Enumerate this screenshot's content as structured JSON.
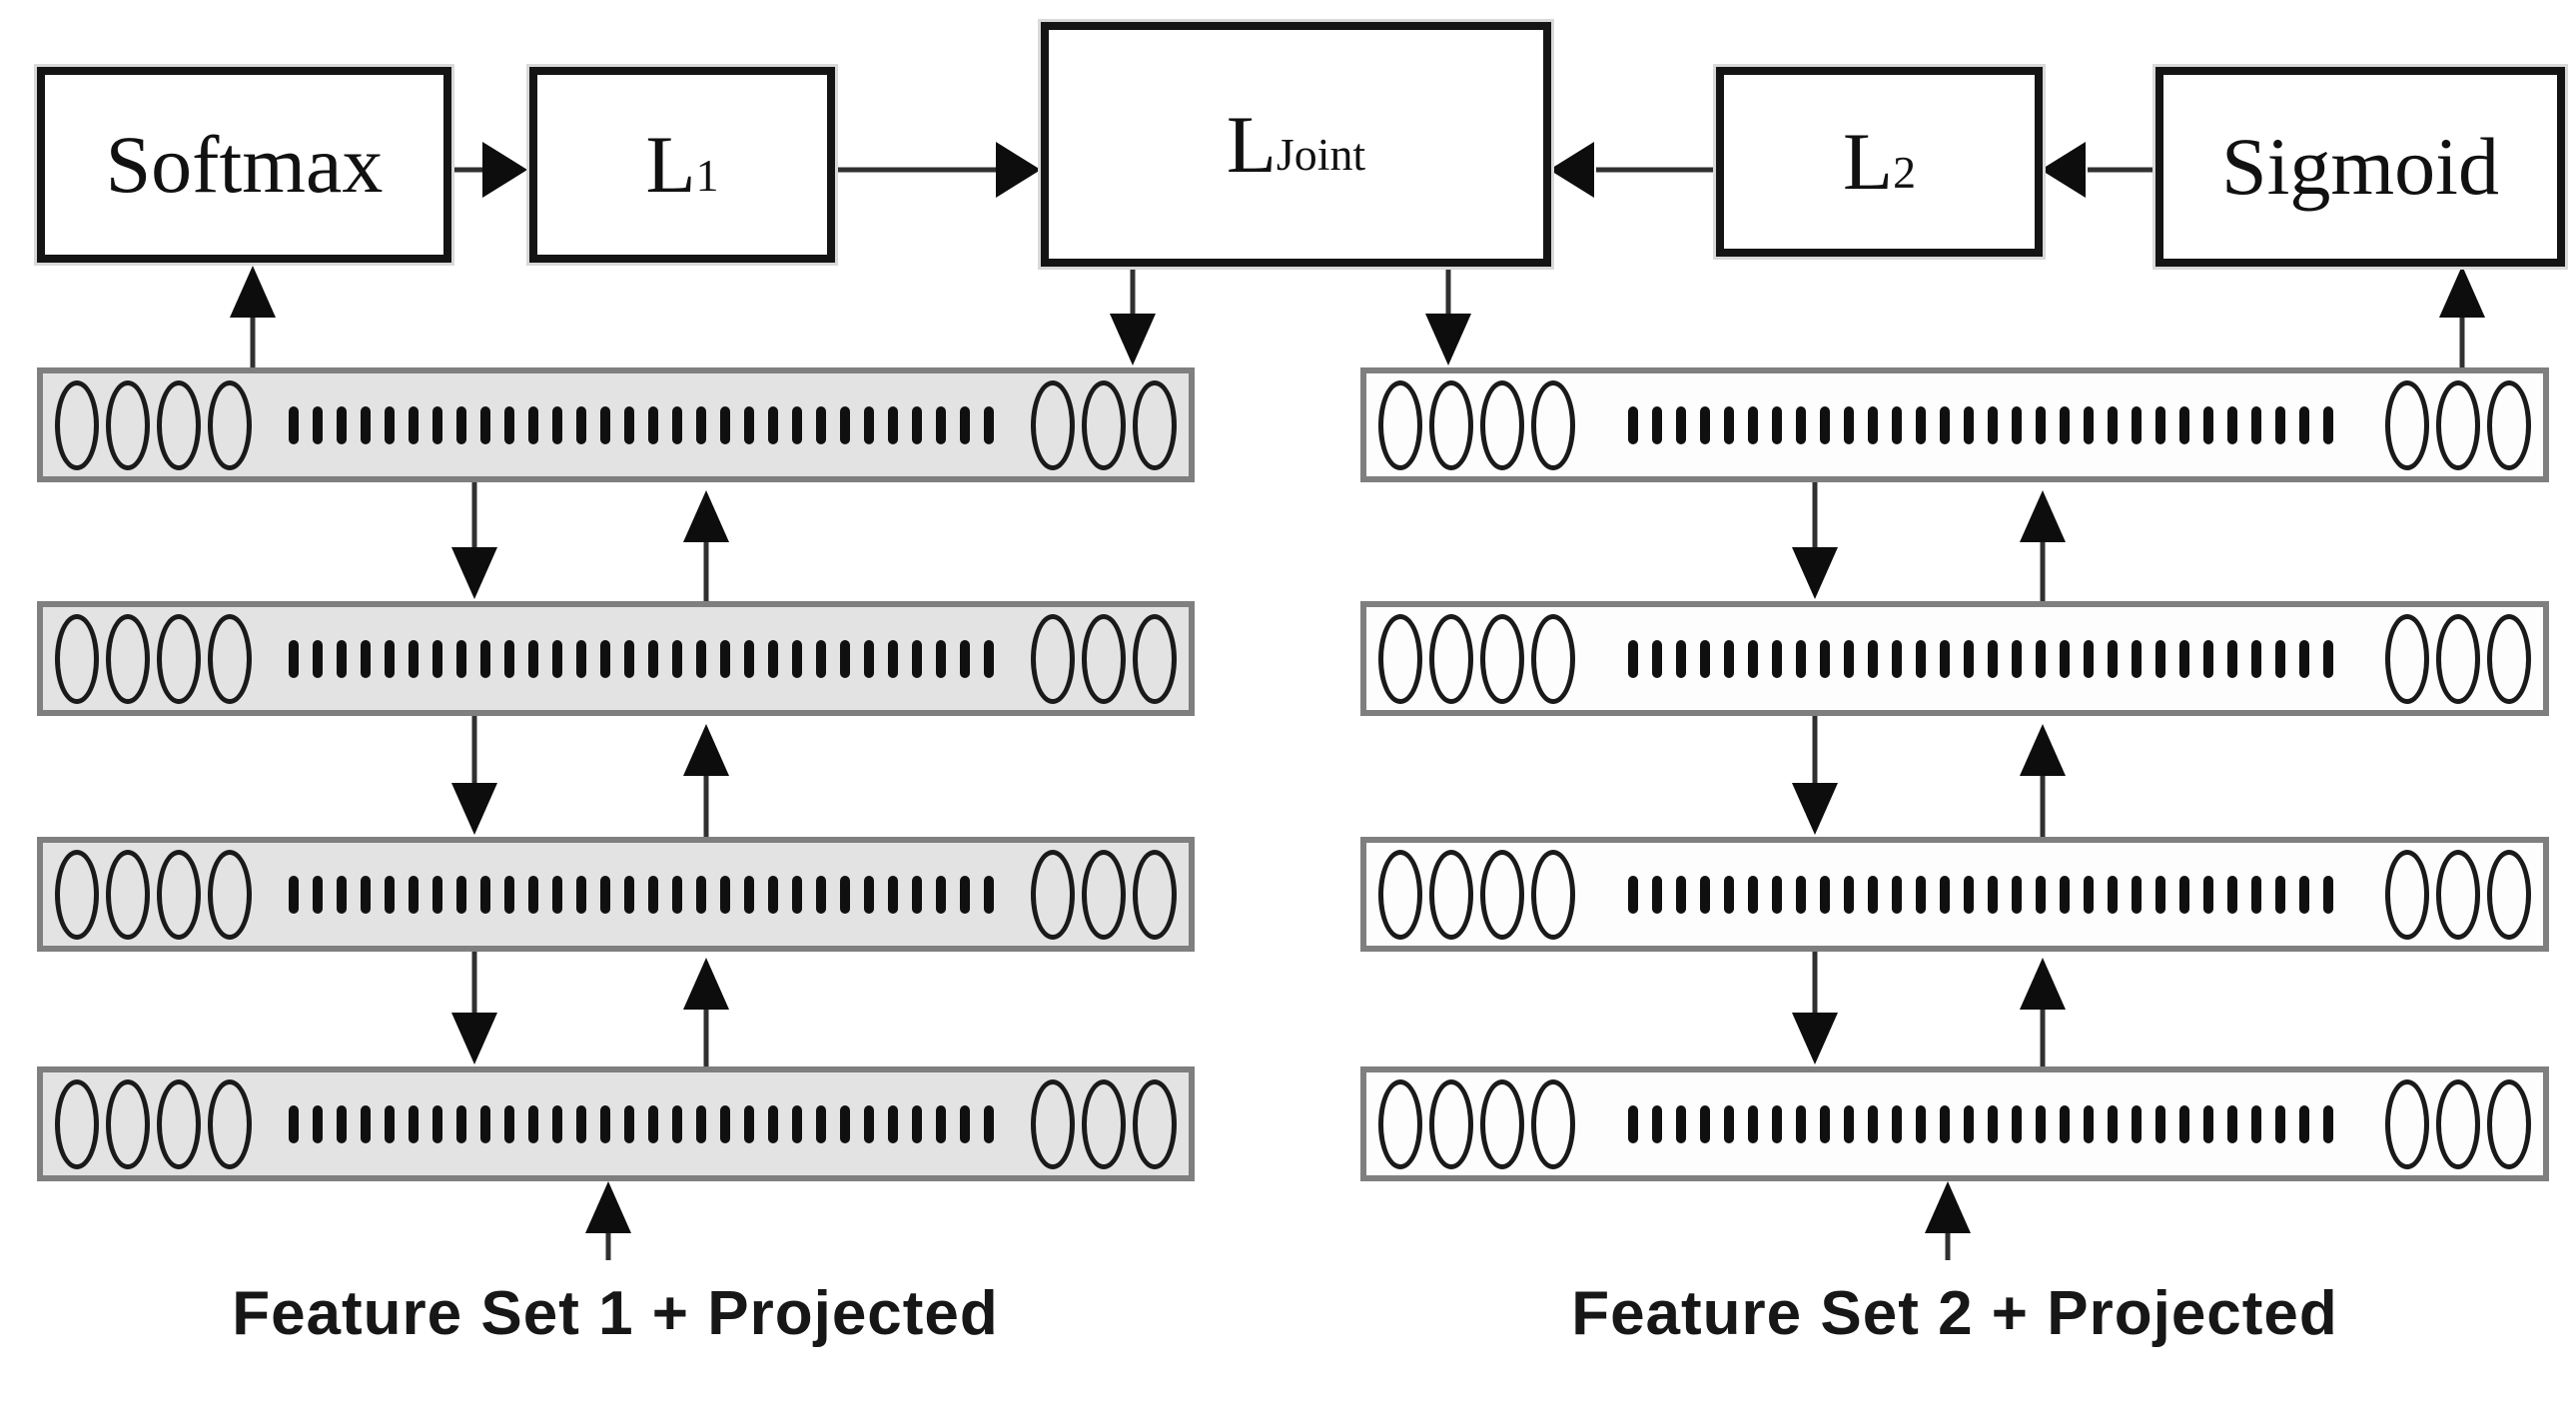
{
  "boxes": {
    "softmax": "Softmax",
    "l1_base": "L",
    "l1_sub": "1",
    "ljoint_base": "L",
    "ljoint_sub": "Joint",
    "l2_base": "L",
    "l2_sub": "2",
    "sigmoid": "Sigmoid"
  },
  "towers": [
    {
      "caption": "Feature Set 1 + Projected",
      "bar_fill": "#e3e3e3",
      "num_layers": 4,
      "ovals_left": 4,
      "dots_middle": 30,
      "ovals_right": 3
    },
    {
      "caption": "Feature Set 2 + Projected",
      "bar_fill": "#fdfdfd",
      "num_layers": 4,
      "ovals_left": 4,
      "dots_middle": 30,
      "ovals_right": 3
    }
  ],
  "colors": {
    "box_border": "#141414",
    "bar_border": "#7f7f7f",
    "arrow_line": "#303030",
    "arrow_head": "#0d0d0d",
    "oval_outline": "#1a1a1a",
    "dot": "#101010",
    "background": "#ffffff"
  }
}
